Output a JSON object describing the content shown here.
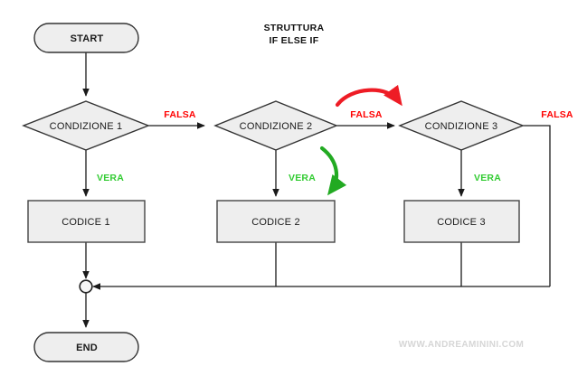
{
  "diagram": {
    "title_line1": "STRUTTURA",
    "title_line2": "IF ELSE IF",
    "watermark": "WWW.ANDREAMININI.COM",
    "colors": {
      "false_label": "#ff0000",
      "true_label": "#33cc33",
      "node_fill": "#eeeeee",
      "node_stroke": "#333333",
      "connector": "#1a1a1a",
      "highlight_red": "#ee1c25",
      "highlight_green": "#22aa22",
      "watermark": "#d6d6d6"
    },
    "nodes": [
      {
        "id": "start",
        "shape": "terminator",
        "label": "START"
      },
      {
        "id": "cond1",
        "shape": "decision",
        "label": "CONDIZIONE 1"
      },
      {
        "id": "cond2",
        "shape": "decision",
        "label": "CONDIZIONE 2"
      },
      {
        "id": "cond3",
        "shape": "decision",
        "label": "CONDIZIONE 3"
      },
      {
        "id": "code1",
        "shape": "process",
        "label": "CODICE 1"
      },
      {
        "id": "code2",
        "shape": "process",
        "label": "CODICE 2"
      },
      {
        "id": "code3",
        "shape": "process",
        "label": "CODICE 3"
      },
      {
        "id": "merge",
        "shape": "junction",
        "label": ""
      },
      {
        "id": "end",
        "shape": "terminator",
        "label": "END"
      }
    ],
    "edge_labels": {
      "false1": "FALSA",
      "false2": "FALSA",
      "false3": "FALSA",
      "true1": "VERA",
      "true2": "VERA",
      "true3": "VERA"
    }
  }
}
